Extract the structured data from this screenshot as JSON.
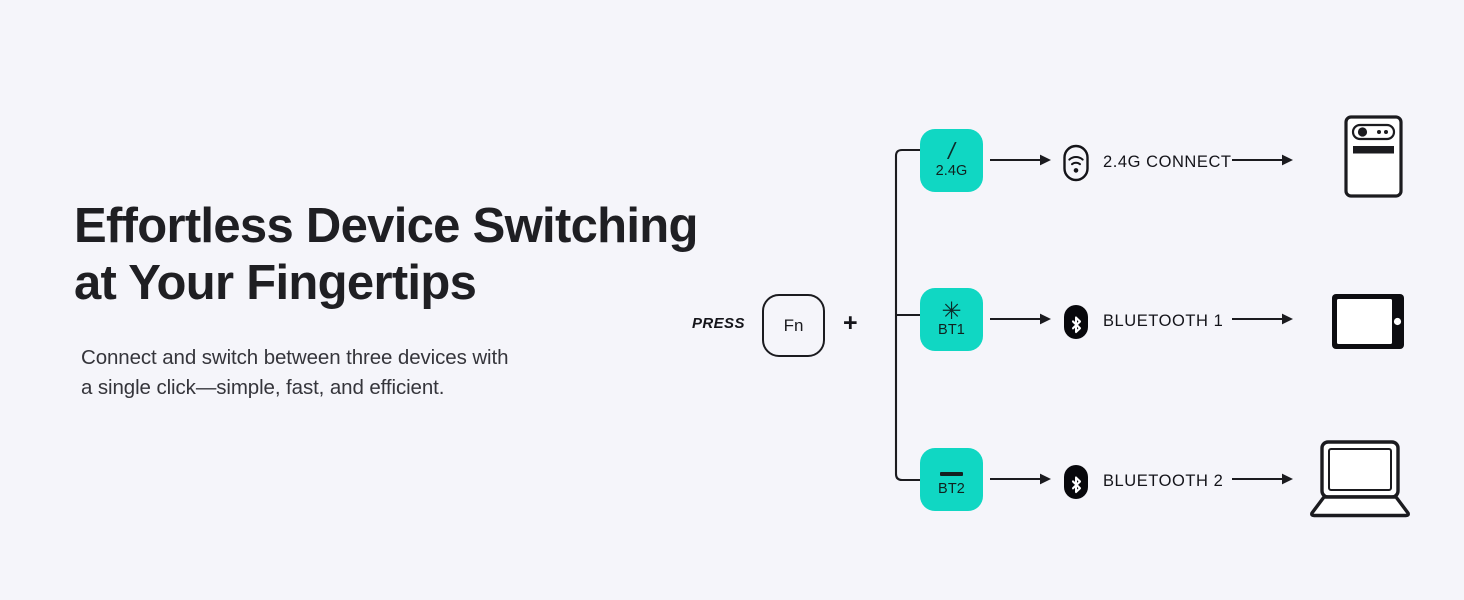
{
  "hero": {
    "headline": "Effortless Device Switching\nat Your Fingertips",
    "subcopy": "Connect and switch between three devices with\na single click—simple, fast, and efficient."
  },
  "instruction": {
    "press_label": "PRESS",
    "modifier_key": "Fn",
    "combiner": "+"
  },
  "colors": {
    "background": "#F5F5FA",
    "teal_key": "#10D7C3",
    "ink": "#1b1b1f"
  },
  "rows": [
    {
      "key_glyph": "/",
      "key_label": "2.4G",
      "icon_name": "usb-dongle-wifi-icon",
      "connection_label": "2.4G CONNECT",
      "device_name": "desktop-pc-tower"
    },
    {
      "key_glyph": "✳",
      "key_label": "BT1",
      "icon_name": "bluetooth-icon",
      "connection_label": "BLUETOOTH 1",
      "device_name": "tablet"
    },
    {
      "key_glyph": "—",
      "key_label": "BT2",
      "icon_name": "bluetooth-icon",
      "connection_label": "BLUETOOTH 2",
      "device_name": "laptop"
    }
  ]
}
